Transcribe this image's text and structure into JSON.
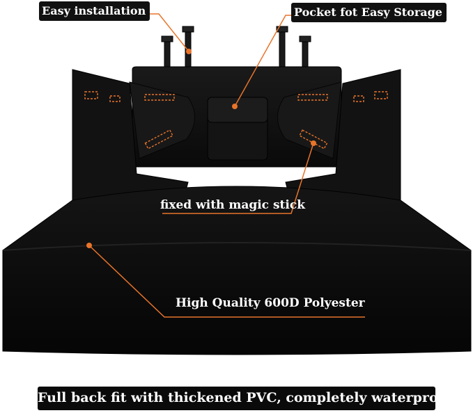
{
  "callouts": {
    "easy_installation": "Easy installation",
    "pocket": "Pocket fot Easy Storage",
    "magic_stick": "fixed with magic stick",
    "polyester": "High Quality 600D Polyester"
  },
  "footer": {
    "text": "Full back fit with thickened PVC, completely waterproof."
  },
  "colors": {
    "accent": "#e8742a",
    "cover": "#0d0d0d",
    "label_bg": "#111111"
  }
}
